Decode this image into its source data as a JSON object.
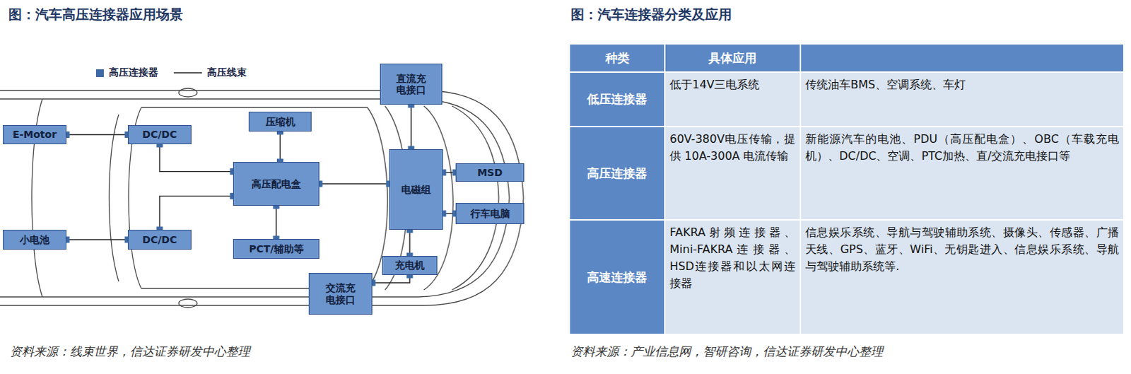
{
  "diagram": {
    "title": "图：汽车高压连接器应用场景",
    "nodes": [
      {
        "text": [
          "直流充电接口"
        ]
      },
      {
        "text": [
          "压缩机"
        ]
      },
      {
        "text": [
          "E-Motor"
        ]
      },
      {
        "text": [
          "DC/DC"
        ]
      },
      {
        "text": [
          "高压配电盒"
        ]
      },
      {
        "text": [
          "电磁组"
        ]
      },
      {
        "text": [
          "MSD"
        ]
      },
      {
        "text": [
          "行车电脑"
        ]
      },
      {
        "text": [
          "小电池"
        ]
      },
      {
        "text": [
          "DC/DC"
        ]
      },
      {
        "text": [
          "PCT/辅助等"
        ]
      },
      {
        "text": [
          "充电机"
        ]
      },
      {
        "text": [
          "交流充电接口"
        ]
      }
    ],
    "edges": [
      {
        "from": 2,
        "to": 3,
        "arrow": "none"
      },
      {
        "from": 3,
        "to": 4,
        "arrow": "none"
      },
      {
        "from": 8,
        "to": 9,
        "arrow": "none"
      },
      {
        "from": 9,
        "to": 4,
        "arrow": "none"
      },
      {
        "from": 1,
        "to": 4,
        "arrow": "none"
      },
      {
        "from": 10,
        "to": 4,
        "arrow": "none"
      },
      {
        "from": 4,
        "to": 5,
        "arrow": "none"
      },
      {
        "from": 0,
        "to": 5,
        "arrow": "none"
      },
      {
        "from": 5,
        "to": 6,
        "arrow": "none"
      },
      {
        "from": 5,
        "to": 7,
        "arrow": "none"
      },
      {
        "from": 5,
        "to": 11,
        "arrow": "none"
      },
      {
        "from": 11,
        "to": 12,
        "arrow": "none"
      }
    ],
    "labels": [
      "图：汽车连接器分类及应用",
      "种类",
      "具体应用",
      "低压连接器",
      "低于14V三电系统",
      "传统油车BMS、空调系统、车灯",
      "高压连接器",
      "60V-380V电压传输，提供 10A-300A 电流传输",
      "新能源汽车的电池、PDU（高压配电盒）、OBC（车载充电机）、DC/DC、空调、PTC加热、直/交流充电接口等",
      "高速连接器",
      "FAKRA射频连接器、Mini-FAKRA连接器、HSD连接器和以太网连接器",
      "信息娱乐系统、导航与驾驶辅助系统、摄像头、传感器、广播天线、GPS、蓝牙、WiFi、无钥匙进入、信息娱乐系统、导航与驾驶辅助系统等.",
      "资料来源：线束世界，信达证券研发中心整理",
      "资料来源：产业信息网，智研咨询，信达证券研发中心整理"
    ],
    "legend": [
      {
        "text": "高压连接器",
        "color": "#3d6aa6"
      },
      {
        "text": "高压线束"
      }
    ]
  }
}
